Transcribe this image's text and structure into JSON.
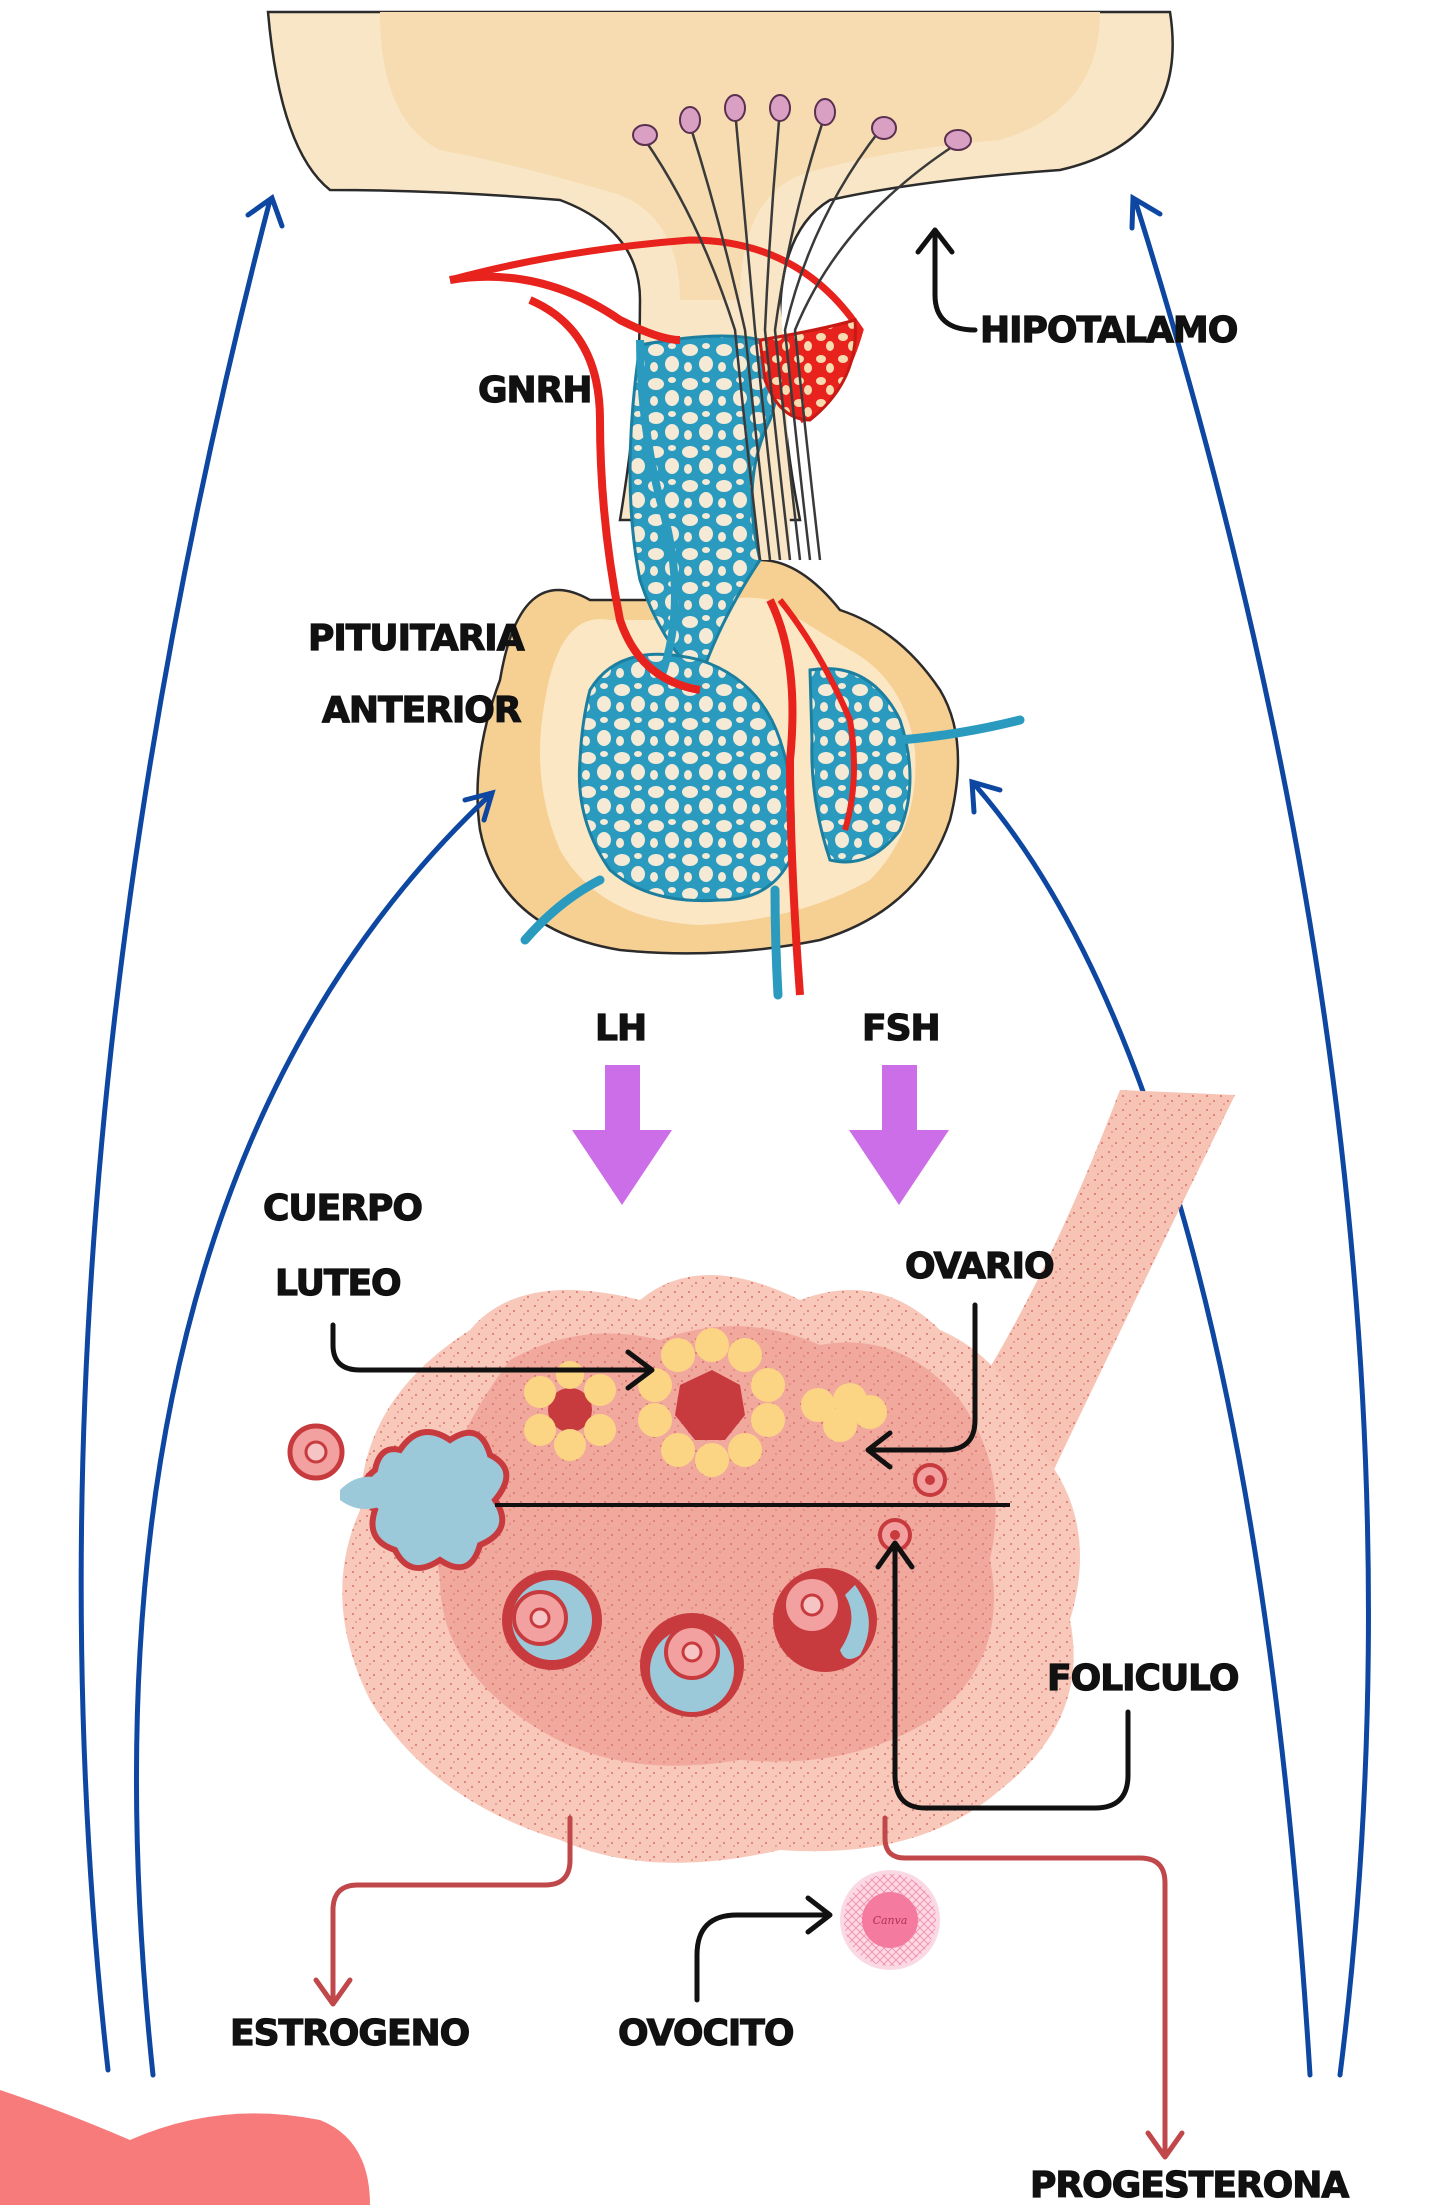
{
  "labels": {
    "hipotalamo": "HIPOTALAMO",
    "gnrh": "GNRH",
    "pituitaria_line1": "PITUITARIA",
    "pituitaria_line2": "ANTERIOR",
    "lh": "LH",
    "fsh": "FSH",
    "cuerpo_line1": "CUERPO",
    "cuerpo_line2": "LUTEO",
    "ovario": "OVARIO",
    "foliculo": "FOLICULO",
    "estrogeno": "ESTROGENO",
    "ovocito": "OVOCITO",
    "progesterona": "PROGESTERONA",
    "watermark": "Canva"
  },
  "colors": {
    "feedback_arrow": "#0d47a1",
    "hormone_arrow": "#cc6ee8",
    "output_arrow": "#c0484b",
    "label_arrow": "#111111",
    "artery": "#e8221c",
    "vein": "#2a9bbf",
    "gland_tissue": "#f6dcb0",
    "ovary": "#f4b1a1",
    "corner_blob": "#f77b7b"
  }
}
